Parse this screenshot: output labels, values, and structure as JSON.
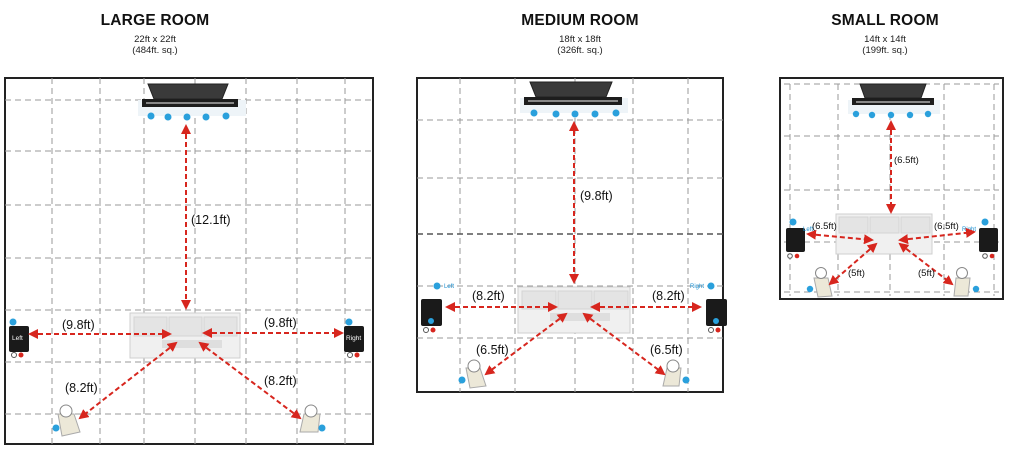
{
  "rooms": [
    {
      "id": "large",
      "title": "LARGE ROOM",
      "dimensions": "22ft x 22ft",
      "area": "(484ft. sq.)",
      "distances": {
        "tv_to_sofa": "(12.1ft)",
        "sofa_to_left": "(9.8ft)",
        "sofa_to_right": "(9.8ft)",
        "sofa_to_rear_left": "(8.2ft)",
        "sofa_to_rear_right": "(8.2ft)"
      },
      "speakers": {
        "left": "Left",
        "right": "Right"
      }
    },
    {
      "id": "medium",
      "title": "MEDIUM ROOM",
      "dimensions": "18ft x 18ft",
      "area": "(326ft. sq.)",
      "distances": {
        "tv_to_sofa": "(9.8ft)",
        "sofa_to_left": "(8.2ft)",
        "sofa_to_right": "(8.2ft)",
        "sofa_to_rear_left": "(6.5ft)",
        "sofa_to_rear_right": "(6.5ft)"
      },
      "speakers": {
        "left": "Left",
        "right": "Right"
      }
    },
    {
      "id": "small",
      "title": "SMALL ROOM",
      "dimensions": "14ft x 14ft",
      "area": "(199ft. sq.)",
      "distances": {
        "tv_to_sofa": "(6.5ft)",
        "sofa_to_left": "(6.5ft)",
        "sofa_to_right": "(6.5ft)",
        "sofa_to_rear_left": "(5ft)",
        "sofa_to_rear_right": "(5ft)"
      },
      "speakers": {
        "left": "Left",
        "right": "Right"
      }
    }
  ],
  "colors": {
    "arrow": "#d7261e",
    "wall": "#222222",
    "grid": "#999999",
    "accent": "#2aa0dc"
  }
}
